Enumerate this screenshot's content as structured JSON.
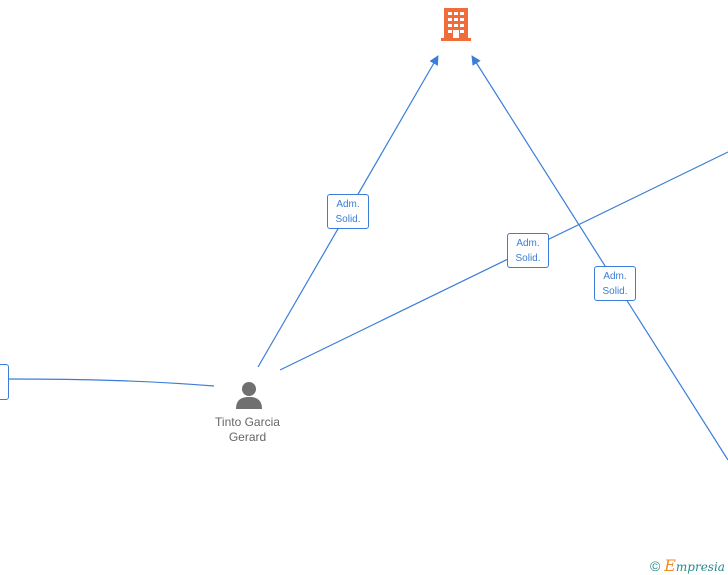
{
  "nodes": {
    "company": {
      "icon": "building-icon",
      "color": "#f26b3a"
    },
    "person": {
      "icon": "person-icon",
      "name_line1": "Tinto Garcia",
      "name_line2": "Gerard",
      "color": "#707070"
    }
  },
  "edges": [
    {
      "label_line1": "Adm.",
      "label_line2": "Solid."
    },
    {
      "label_line1": "Adm.",
      "label_line2": "Solid."
    },
    {
      "label_line1": "Adm.",
      "label_line2": "Solid."
    }
  ],
  "colors": {
    "edge": "#3b7dd8"
  },
  "footer": {
    "copyright_symbol": "©",
    "brand_first": "E",
    "brand_rest": "mpresia"
  }
}
